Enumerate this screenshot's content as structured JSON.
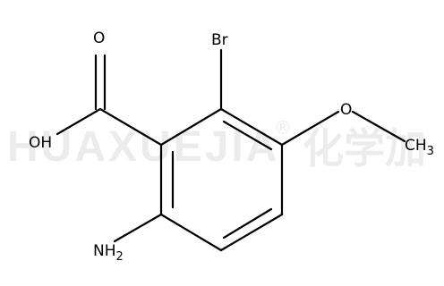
{
  "watermark": {
    "latin": "HUAXUEJIA",
    "registered": "®",
    "chinese": "化学加"
  },
  "atoms": {
    "o_top": "O",
    "oh": "OH",
    "br": "Br",
    "o_methoxy": "O",
    "ch3_main": "CH",
    "ch3_sub": "3",
    "nh2_main": "NH",
    "nh2_sub": "2"
  }
}
